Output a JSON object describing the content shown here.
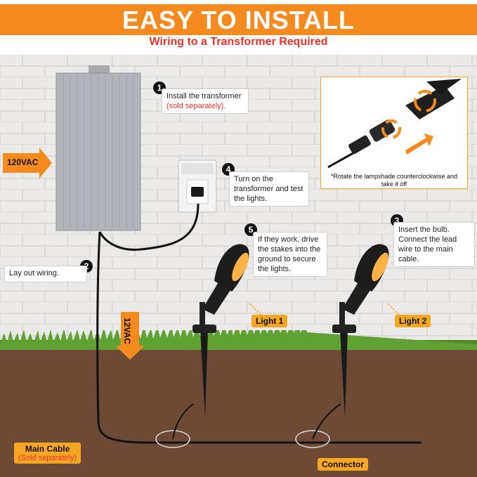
{
  "header": {
    "title": "EASY TO INSTALL",
    "subtitle": "Wiring to a Transformer Required"
  },
  "steps": [
    {
      "number": "1",
      "text": "Install the transformer",
      "sub": "(sold separately)."
    },
    {
      "number": "2",
      "text": "Lay out wiring."
    },
    {
      "number": "3",
      "text": "Insert the bulb. Connect the lead wire to the main cable."
    },
    {
      "number": "4",
      "text": "Turn on the transformer and test the lights."
    },
    {
      "number": "5",
      "text": "If they work, drive the stakes into the ground to secure the lights."
    }
  ],
  "labels": {
    "input_voltage": "120VAC",
    "output_voltage": "12VAC",
    "light1": "Light 1",
    "light2": "Light 2",
    "main_cable": "Main Cable",
    "main_cable_sub": "(Sold separately)",
    "connector": "Connector"
  },
  "inset": {
    "note": "*Rotate the lampshade counterclockwise and take it off"
  },
  "colors": {
    "accent": "#f58a1f",
    "highlight": "#f5a623",
    "warning_text": "#e8342a",
    "soil": "#6e4a35",
    "grass": "#4f8a2a"
  }
}
